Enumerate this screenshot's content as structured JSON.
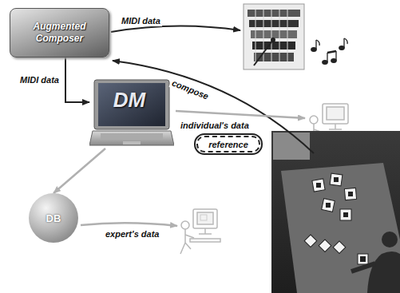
{
  "diagram": {
    "nodes": [
      {
        "text": [
          "Augmented Composer"
        ]
      },
      {
        "text": [
          "DM"
        ]
      },
      {
        "text": [
          "DB"
        ]
      },
      {
        "text": [
          "reference"
        ]
      }
    ],
    "edges": [
      {
        "from": 0,
        "to": 1,
        "arrow": "to",
        "label": "MIDI data"
      },
      {
        "from": 1,
        "to": 2,
        "arrow": "to"
      }
    ],
    "labels": [
      "MIDI data",
      "individual's data",
      "compose",
      "expert's data"
    ]
  }
}
